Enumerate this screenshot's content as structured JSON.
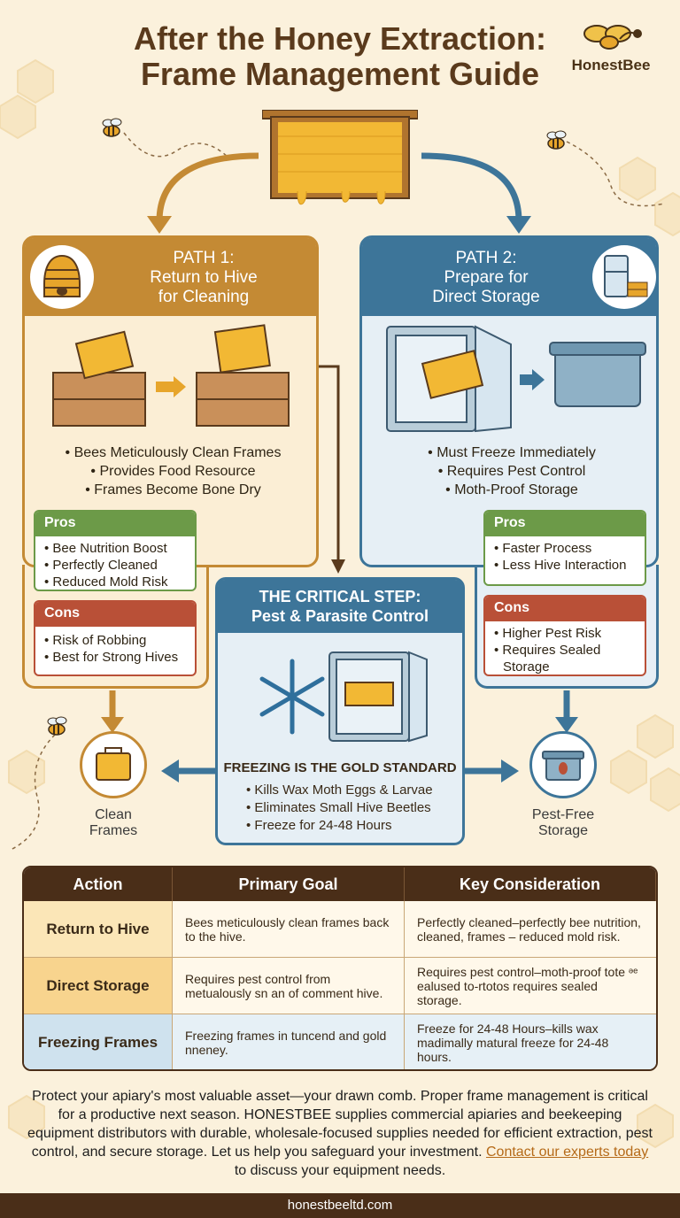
{
  "header": {
    "title_line1": "After the Honey Extraction:",
    "title_line2": "Frame Management Guide",
    "brand": "HonestBee"
  },
  "path1": {
    "title_l1": "PATH 1:",
    "title_l2": "Return to Hive",
    "title_l3": "for Cleaning",
    "bullets": [
      "• Bees Meticulously Clean Frames",
      "• Provides Food Resource",
      "• Frames Become Bone Dry"
    ],
    "pros_label": "Pros",
    "pros": [
      "• Bee Nutrition Boost",
      "• Perfectly Cleaned",
      "• Reduced Mold Risk"
    ],
    "cons_label": "Cons",
    "cons": [
      "• Risk of Robbing",
      "• Best for Strong Hives"
    ],
    "result": "Clean\nFrames"
  },
  "path2": {
    "title_l1": "PATH 2:",
    "title_l2": "Prepare for",
    "title_l3": "Direct Storage",
    "bullets": [
      "• Must Freeze Immediately",
      "• Requires Pest Control",
      "• Moth-Proof Storage"
    ],
    "pros_label": "Pros",
    "pros": [
      "• Faster Process",
      "• Less Hive Interaction"
    ],
    "cons_label": "Cons",
    "cons": [
      "• Higher Pest Risk",
      "• Requires Sealed",
      "Storage"
    ],
    "result": "Pest-Free\nStorage"
  },
  "critical": {
    "title_l1": "THE CRITICAL STEP:",
    "title_l2": "Pest & Parasite Control",
    "gold": "FREEZING IS THE GOLD STANDARD",
    "bullets": [
      "• Kills Wax Moth Eggs & Larvae",
      "• Eliminates Small Hive Beetles",
      "• Freeze for 24-48 Hours"
    ]
  },
  "table": {
    "headers": [
      "Action",
      "Primary Goal",
      "Key Consideration"
    ],
    "rows": [
      {
        "action": "Return to Hive",
        "goal": "Bees meticulously clean frames back to the hive.",
        "consideration": "Perfectly cleaned–perfectly bee nutrition, cleaned, frames – reduced mold risk."
      },
      {
        "action": "Direct Storage",
        "goal": "Requires pest control from metualously sn an of comment hive.",
        "consideration": "Requires pest control–moth-proof tote ᵊᵉ ealused to-rtotos requires sealed storage."
      },
      {
        "action": "Freezing Frames",
        "goal": "Freezing frames in tuncend and gold nneney.",
        "consideration": "Freeze for 24-48 Hours–kills wax madimally matural freeze for 24-48 hours."
      }
    ]
  },
  "footer": {
    "text_before": "Protect your apiary's most valuable asset—your drawn comb. Proper frame management is critical for a productive next season. HONESTBEE supplies commercial apiaries and beekeeping equipment distributors with durable, wholesale-focused supplies needed for efficient extraction, pest control, and secure storage. Let us help you safeguard your investment. ",
    "link": "Contact our experts today",
    "text_after": " to discuss your equipment needs.",
    "website": "honestbeeltd.com"
  },
  "colors": {
    "amber": "#c48a34",
    "blue": "#3d7599",
    "brown": "#4a2e18",
    "green": "#6c9a48",
    "red": "#b95037",
    "cream": "#fbf1dc"
  }
}
